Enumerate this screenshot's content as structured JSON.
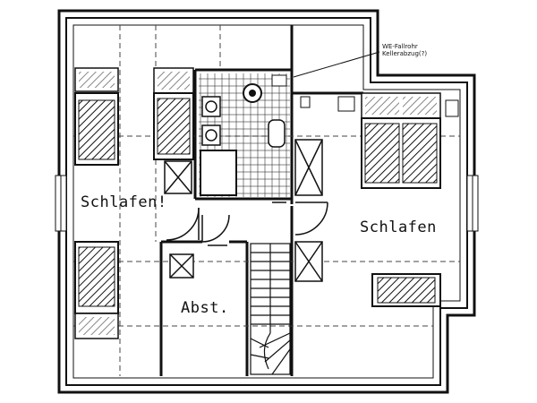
{
  "rooms": {
    "bedroom_left": "Schlafen!",
    "bedroom_right": "Schlafen",
    "storage": "Abst."
  },
  "annotation": {
    "line1": "WE-Fallrohr",
    "line2": "Kellerabzug(?)"
  },
  "colors": {
    "ink": "#111111",
    "paper": "#ffffff"
  }
}
